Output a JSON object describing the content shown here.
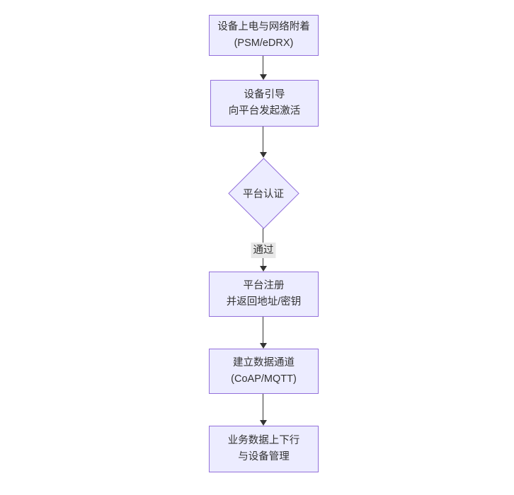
{
  "diagram": {
    "type": "flowchart",
    "direction": "top-down",
    "nodes": [
      {
        "id": "A",
        "shape": "rect",
        "lines": [
          "设备上电与网络附着",
          "(PSM/eDRX)"
        ]
      },
      {
        "id": "B",
        "shape": "rect",
        "lines": [
          "设备引导",
          "向平台发起激活"
        ]
      },
      {
        "id": "C",
        "shape": "diamond",
        "lines": [
          "平台认证"
        ]
      },
      {
        "id": "D",
        "shape": "rect",
        "lines": [
          "平台注册",
          "并返回地址/密钥"
        ]
      },
      {
        "id": "E",
        "shape": "rect",
        "lines": [
          "建立数据通道",
          "(CoAP/MQTT)"
        ]
      },
      {
        "id": "F",
        "shape": "rect",
        "lines": [
          "业务数据上下行",
          "与设备管理"
        ]
      }
    ],
    "edges": [
      {
        "from": "A",
        "to": "B",
        "label": ""
      },
      {
        "from": "B",
        "to": "C",
        "label": ""
      },
      {
        "from": "C",
        "to": "D",
        "label": "通过"
      },
      {
        "from": "D",
        "to": "E",
        "label": ""
      },
      {
        "from": "E",
        "to": "F",
        "label": ""
      }
    ],
    "colors": {
      "background": "#ffffff",
      "node_fill": "#ececff",
      "node_border": "#9370db",
      "text": "#333333",
      "edge": "#333333",
      "edge_label_bg": "#e8e8e8"
    }
  }
}
